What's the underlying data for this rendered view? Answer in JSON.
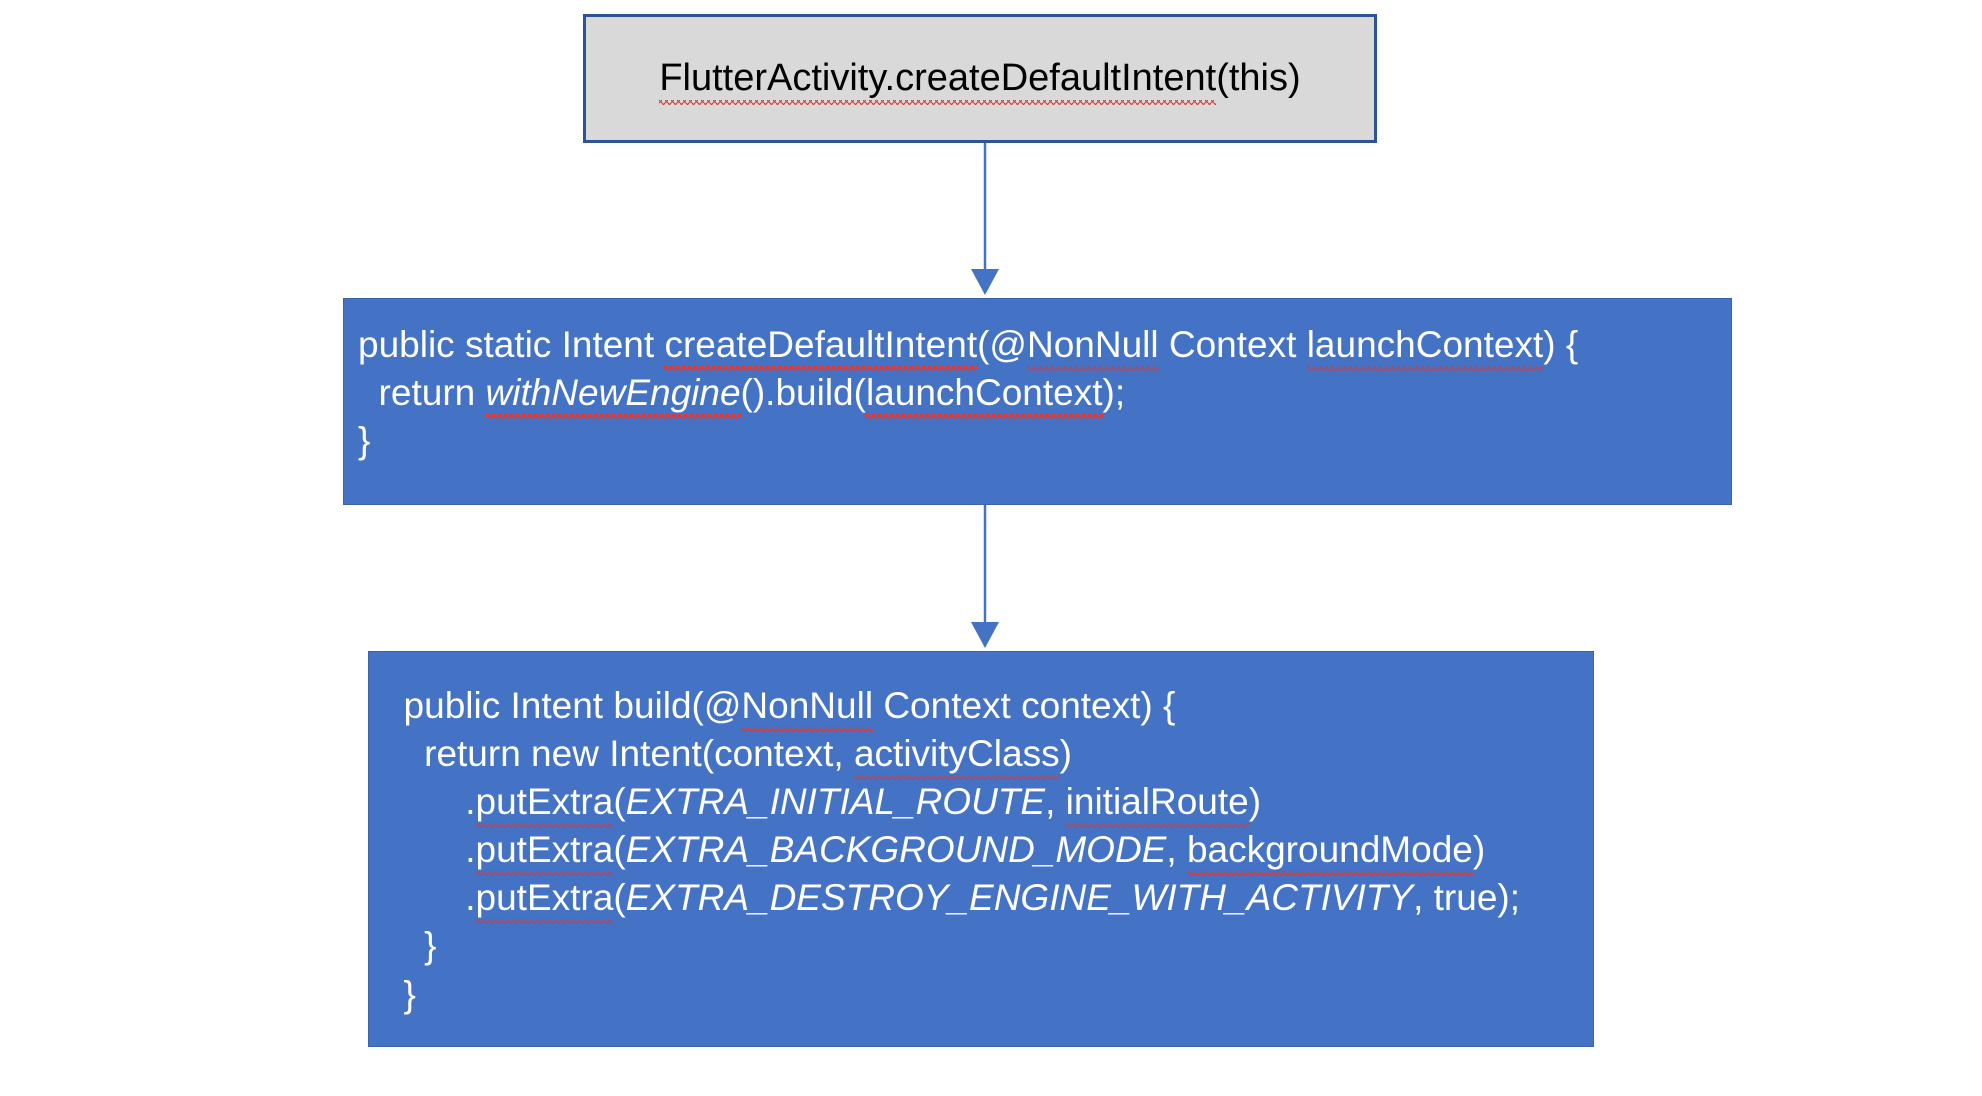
{
  "diagram": {
    "title": "FlutterActivity createDefaultIntent call flow",
    "colors": {
      "entry_fill": "#d9d9d9",
      "entry_border": "#2f5496",
      "code_fill": "#4472c4",
      "code_text": "#ffffff",
      "arrow": "#4472c4",
      "spellcheck_underline": "#e8352b",
      "background": "#ffffff"
    },
    "nodes": {
      "entry": {
        "text": "FlutterActivity.createDefaultIntent(this)",
        "spell_flagged": "FlutterActivity.createDefaultIntent"
      },
      "create_default_intent": {
        "lines": [
          {
            "segments": [
              {
                "text": "public static Intent "
              },
              {
                "text": "createDefaultIntent",
                "squiggle": true
              },
              {
                "text": "(@"
              },
              {
                "text": "NonNull",
                "squiggle": true
              },
              {
                "text": " Context "
              },
              {
                "text": "launchContext",
                "squiggle": true
              },
              {
                "text": ") {"
              }
            ]
          },
          {
            "segments": [
              {
                "text": "  return "
              },
              {
                "text": "withNewEngine",
                "italic": true,
                "squiggle": true
              },
              {
                "text": "().build("
              },
              {
                "text": "launchContext",
                "squiggle": true
              },
              {
                "text": ");"
              }
            ]
          },
          {
            "segments": [
              {
                "text": "}"
              }
            ]
          }
        ]
      },
      "build": {
        "lines": [
          {
            "segments": [
              {
                "text": "  public Intent build(@"
              },
              {
                "text": "NonNull",
                "squiggle": true
              },
              {
                "text": " Context context) {"
              }
            ]
          },
          {
            "segments": [
              {
                "text": "    return new Intent(context, "
              },
              {
                "text": "activityClass",
                "squiggle": true
              },
              {
                "text": ")"
              }
            ]
          },
          {
            "segments": [
              {
                "text": "        ."
              },
              {
                "text": "putExtra",
                "squiggle": true
              },
              {
                "text": "("
              },
              {
                "text": "EXTRA_INITIAL_ROUTE",
                "italic": true
              },
              {
                "text": ", "
              },
              {
                "text": "initialRoute",
                "squiggle": true
              },
              {
                "text": ")"
              }
            ]
          },
          {
            "segments": [
              {
                "text": "        ."
              },
              {
                "text": "putExtra",
                "squiggle": true
              },
              {
                "text": "("
              },
              {
                "text": "EXTRA_BACKGROUND_MODE",
                "italic": true
              },
              {
                "text": ", "
              },
              {
                "text": "backgroundMode",
                "squiggle": true
              },
              {
                "text": ")"
              }
            ]
          },
          {
            "segments": [
              {
                "text": "        ."
              },
              {
                "text": "putExtra",
                "squiggle": true
              },
              {
                "text": "("
              },
              {
                "text": "EXTRA_DESTROY_ENGINE_WITH_ACTIVITY",
                "italic": true
              },
              {
                "text": ", true);"
              }
            ]
          },
          {
            "segments": [
              {
                "text": "    }"
              }
            ]
          },
          {
            "segments": [
              {
                "text": "  }"
              }
            ]
          }
        ]
      }
    },
    "connectors": [
      {
        "name": "entry-to-createDefaultIntent",
        "direction": "down"
      },
      {
        "name": "createDefaultIntent-to-build",
        "direction": "down"
      }
    ]
  }
}
